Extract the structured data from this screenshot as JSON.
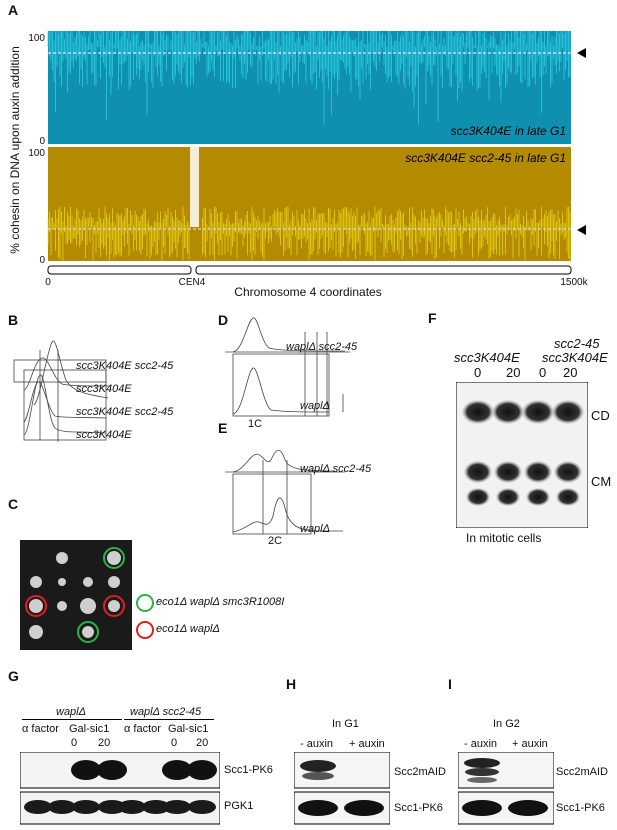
{
  "panels": {
    "A": {
      "letter": "A",
      "ylabel": "% cohesin on DNA upon auxin addition",
      "top": {
        "label": "scc3K404E in late G1",
        "y_max": "100",
        "y_min": "0",
        "bg": "#1090b0",
        "trace": "#30d8ee"
      },
      "bottom": {
        "label": "scc3K404E scc2-45 in late G1",
        "y_max": "100",
        "y_min": "0",
        "bg": "#b38a00",
        "trace": "#f0e020"
      },
      "x_start": "0",
      "centromere": "CEN4",
      "x_end": "1500k",
      "xlabel": "Chromosome 4 coordinates"
    },
    "B": {
      "letter": "B",
      "labels": [
        "scc3K404E scc2-45",
        "scc3K404E",
        "scc3K404E scc2-45",
        "scc3K404E"
      ]
    },
    "C": {
      "letter": "C",
      "legend": [
        "eco1Δ waplΔ smc3R1008I",
        "eco1Δ waplΔ"
      ],
      "legend_colors": [
        "#2db24a",
        "#e02020"
      ]
    },
    "D": {
      "letter": "D",
      "labels": [
        "waplΔ scc2-45",
        "waplΔ"
      ],
      "axis": "1C"
    },
    "E": {
      "letter": "E",
      "labels": [
        "waplΔ scc2-45",
        "waplΔ"
      ],
      "axis": "2C"
    },
    "F": {
      "letter": "F",
      "strain1": "scc3K404E",
      "strain2a": "scc2-45",
      "strain2b": "scc3K404E",
      "lanes": [
        "0",
        "20",
        "0",
        "20"
      ],
      "bands": [
        "CD",
        "CM"
      ],
      "caption": "In mitotic cells"
    },
    "G": {
      "letter": "G",
      "group1": "waplΔ",
      "group2": "waplΔ scc2-45",
      "conditions": [
        "α factor",
        "Gal-sic1",
        "α factor",
        "Gal-sic1"
      ],
      "times": [
        "0",
        "20",
        "0",
        "20"
      ],
      "blots": [
        "Scc1-PK6",
        "PGK1"
      ]
    },
    "H": {
      "letter": "H",
      "title": "In G1",
      "lanes": [
        "- auxin",
        "+ auxin"
      ],
      "blots": [
        "Scc2mAID",
        "Scc1-PK6"
      ]
    },
    "I": {
      "letter": "I",
      "title": "In G2",
      "lanes": [
        "- auxin",
        "+ auxin"
      ],
      "blots": [
        "Scc2mAID",
        "Scc1-PK6"
      ]
    }
  }
}
